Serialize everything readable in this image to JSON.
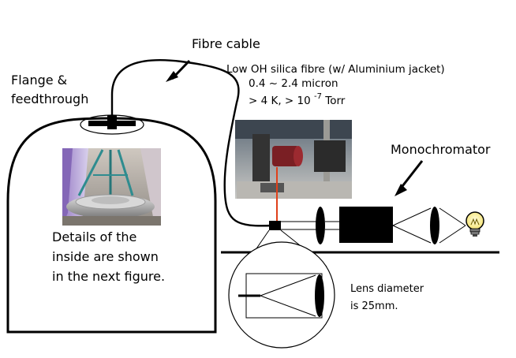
{
  "labels": {
    "fibre_cable": "Fibre cable",
    "flange_line1": "Flange &",
    "flange_line2": "feedthrough",
    "low_oh_fibre": "Low OH silica fibre (w/ Aluminium jacket)",
    "wavelength_range": "0.4 ~ 2.4 micron",
    "temp_pressure_prefix": "> 4 K, > 10",
    "temp_pressure_exponent": "-7",
    "temp_pressure_unit": "Torr",
    "monochromator": "Monochromator",
    "details_line1": "Details of the",
    "details_line2": "inside are shown",
    "details_line3": "in the next figure.",
    "lens_line1": "Lens diameter",
    "lens_line2": "is 25mm."
  },
  "colors": {
    "line": "#000000",
    "background": "#ffffff",
    "lamp_glass": "#fff3a6",
    "laser_beam": "#e0401a"
  },
  "icons": {
    "lamp": "light-bulb-icon"
  }
}
